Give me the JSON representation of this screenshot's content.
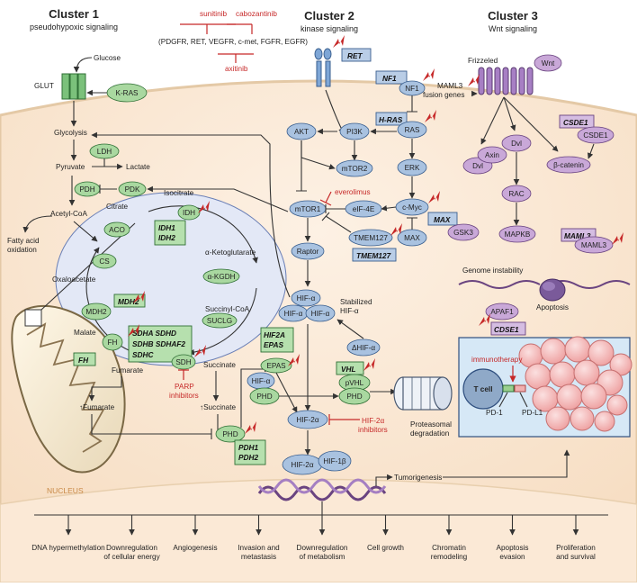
{
  "clusters": {
    "c1_title": "Cluster 1",
    "c1_sub": "pseudohypoxic signaling",
    "c2_title": "Cluster 2",
    "c2_sub": "kinase signaling",
    "c3_title": "Cluster 3",
    "c3_sub": "Wnt signaling"
  },
  "drugs": {
    "sunitinib": "sunitinib",
    "cabozantinib": "cabozantinib",
    "axitinib": "axitinib",
    "everolimus": "everolimus",
    "parp": [
      "PARP",
      "inhibitors"
    ],
    "hif2a_inh": [
      "HIF-2α",
      "inhibitors"
    ],
    "immunotherapy": "immunotherapy"
  },
  "receptors_line": "(PDGFR, RET, VEGFR, c-met, FGFR, EGFR)",
  "cluster1": {
    "glucose": "Glucose",
    "glut": "GLUT",
    "kras": "K-RAS",
    "glycolysis": "Glycolysis",
    "pyruvate": "Pyruvate",
    "lactate": "Lactate",
    "ldh": "LDH",
    "pdh": "PDH",
    "pdk": "PDK",
    "acetylcoa": "Acetyl-CoA",
    "fatty": [
      "Fatty acid",
      "oxidation"
    ],
    "citrate": "Citrate",
    "aco": "ACO",
    "isocitrate": "Isocitrate",
    "idh": "IDH",
    "idh_genes": [
      "IDH1",
      "IDH2"
    ],
    "akg": "α-Ketoglutarate",
    "akgdh": "α-KGDH",
    "succoa": "Succinyl-CoA",
    "suclg": "SUCLG",
    "succinate": "Succinate",
    "sdh": "SDH",
    "sdh_genes": [
      "SDHA  SDHD",
      "SDHB  SDHAF2",
      "SDHC"
    ],
    "fumarate": "Fumarate",
    "fh": "FH",
    "fh_gene": "FH",
    "malate": "Malate",
    "mdh2": "MDH2",
    "mdh2_gene": "MDH2",
    "oxaloacetate": "Oxaloacetate",
    "cs": "CS",
    "up_fumarate": "↑Fumarate",
    "up_succinate": "↑Succinate"
  },
  "cluster2": {
    "ret": "RET",
    "nf1_gene": "NF1",
    "nf1": "NF1",
    "hras_gene": "H-RAS",
    "ras": "RAS",
    "akt": "AKT",
    "pi3k": "PI3K",
    "mtor2": "mTOR2",
    "mtor1": "mTOR1",
    "eif4e": "eIF-4E",
    "erk": "ERK",
    "cmyc": "c-Myc",
    "max_gene": "MAX",
    "max": "MAX",
    "tmem127": "TMEM127",
    "tmem127_gene": "TMEM127",
    "raptor": "Raptor",
    "hifa": "HIF-α",
    "stabilized": [
      "Stabilized",
      "HIF-α"
    ],
    "dhifa": "ΔHIF-α",
    "hif2a_gene": "HIF2A",
    "epas_gene": "EPAS",
    "epas": "EPAS",
    "vhl_gene": "VHL",
    "pvhl": "pVHL",
    "phd": "PHD",
    "phd_genes": [
      "PDH1",
      "PDH2"
    ],
    "hif2a": "HIF-2α",
    "hif1b": "HIF-1β",
    "proteasomal": [
      "Proteasomal",
      "degradation"
    ]
  },
  "cluster3": {
    "frizzled": "Frizzeled",
    "wnt": "Wnt",
    "maml3_fusion": [
      "MAML3",
      "fusion genes"
    ],
    "csde1_gene": "CSDE1",
    "csde1": "CSDE1",
    "dvl": "Dvl",
    "axin": "Axin",
    "bcatenin": "β-catenin",
    "rac": "RAC",
    "mapkb": "MAPKB",
    "gsk3": "GSK3",
    "maml3_gene": "MAML3",
    "maml3": "MAML3",
    "genome": "Genome instability",
    "apaf1": "APAF1",
    "cdse1_gene": "CDSE1",
    "apoptosis": "Apoptosis",
    "tcell": "T cell",
    "pd1": "PD-1",
    "pdl1": "PD-L1"
  },
  "nucleus": "NUCLEUS",
  "tumorigenesis": "Tumorigenesis",
  "outcomes": [
    [
      "DNA hypermethylation"
    ],
    [
      "Downregulation",
      "of cellular energy"
    ],
    [
      "Angiogenesis"
    ],
    [
      "Invasion and",
      "metastasis"
    ],
    [
      "Downregulation",
      "of metabolism"
    ],
    [
      "Cell growth"
    ],
    [
      "Chromatin",
      "remodeling"
    ],
    [
      "Apoptosis",
      "evasion"
    ],
    [
      "Proliferation",
      "and survival"
    ]
  ]
}
